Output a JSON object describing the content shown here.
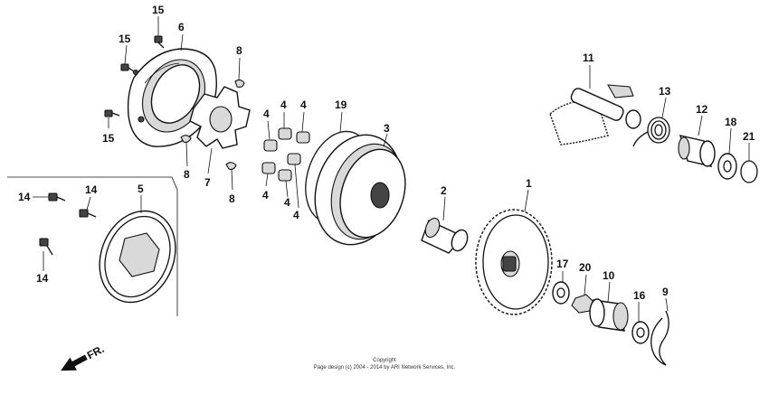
{
  "callouts": [
    {
      "label": "15"
    },
    {
      "label": "6"
    },
    {
      "label": "15"
    },
    {
      "label": "8"
    },
    {
      "label": "15"
    },
    {
      "label": "4"
    },
    {
      "label": "4"
    },
    {
      "label": "4"
    },
    {
      "label": "19"
    },
    {
      "label": "3"
    },
    {
      "label": "8"
    },
    {
      "label": "7"
    },
    {
      "label": "8"
    },
    {
      "label": "4"
    },
    {
      "label": "4"
    },
    {
      "label": "4"
    },
    {
      "label": "11"
    },
    {
      "label": "13"
    },
    {
      "label": "12"
    },
    {
      "label": "18"
    },
    {
      "label": "21"
    },
    {
      "label": "14"
    },
    {
      "label": "14"
    },
    {
      "label": "5"
    },
    {
      "label": "14"
    },
    {
      "label": "2"
    },
    {
      "label": "1"
    },
    {
      "label": "17"
    },
    {
      "label": "20"
    },
    {
      "label": "10"
    },
    {
      "label": "16"
    },
    {
      "label": "9"
    }
  ],
  "direction": {
    "label": "FR."
  },
  "copyright": {
    "line1": "Copyright",
    "line2": "Page design (c) 2004 - 2014 by ARI Network Services, Inc."
  }
}
